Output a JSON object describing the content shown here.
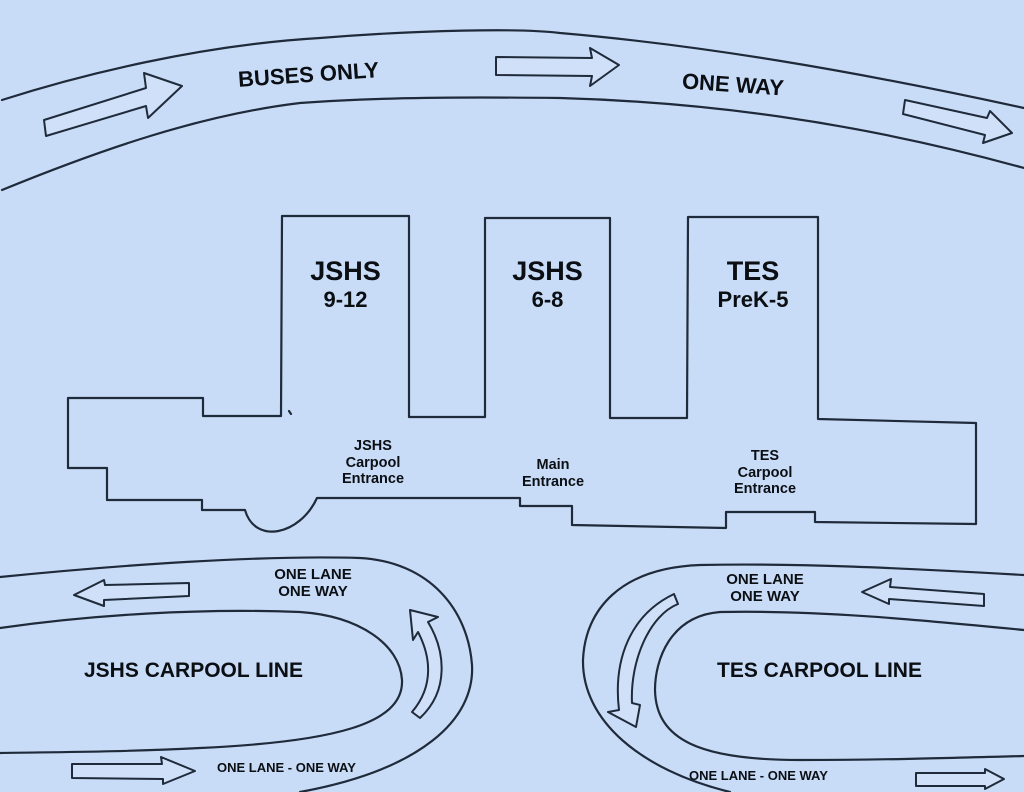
{
  "colors": {
    "paper": "#c9dcf7",
    "ink": "#1f2a3a",
    "text": "#0b0f14"
  },
  "bus_lane": {
    "label_left": "BUSES ONLY",
    "label_right": "ONE WAY",
    "direction": "east",
    "arrows": [
      "arrow-right",
      "arrow-right",
      "arrow-right"
    ]
  },
  "building": {
    "wings": [
      {
        "name": "JSHS",
        "grades": "9-12"
      },
      {
        "name": "JSHS",
        "grades": "6-8"
      },
      {
        "name": "TES",
        "grades": "PreK-5"
      }
    ],
    "entrances": [
      {
        "line1": "JSHS",
        "line2": "Carpool",
        "line3": "Entrance"
      },
      {
        "line1": "Main",
        "line2": "Entrance"
      },
      {
        "line1": "TES",
        "line2": "Carpool",
        "line3": "Entrance"
      }
    ]
  },
  "carpool_left": {
    "title": "JSHS CARPOOL LINE",
    "top_label_1": "ONE LANE",
    "top_label_2": "ONE WAY",
    "bottom_label": "ONE LANE - ONE WAY",
    "arrows": [
      "arrow-left",
      "arrow-curved-up",
      "arrow-right"
    ]
  },
  "carpool_right": {
    "title": "TES CARPOOL LINE",
    "top_label_1": "ONE LANE",
    "top_label_2": "ONE WAY",
    "bottom_label": "ONE LANE - ONE WAY",
    "arrows": [
      "arrow-left",
      "arrow-curved-down",
      "arrow-right"
    ]
  }
}
